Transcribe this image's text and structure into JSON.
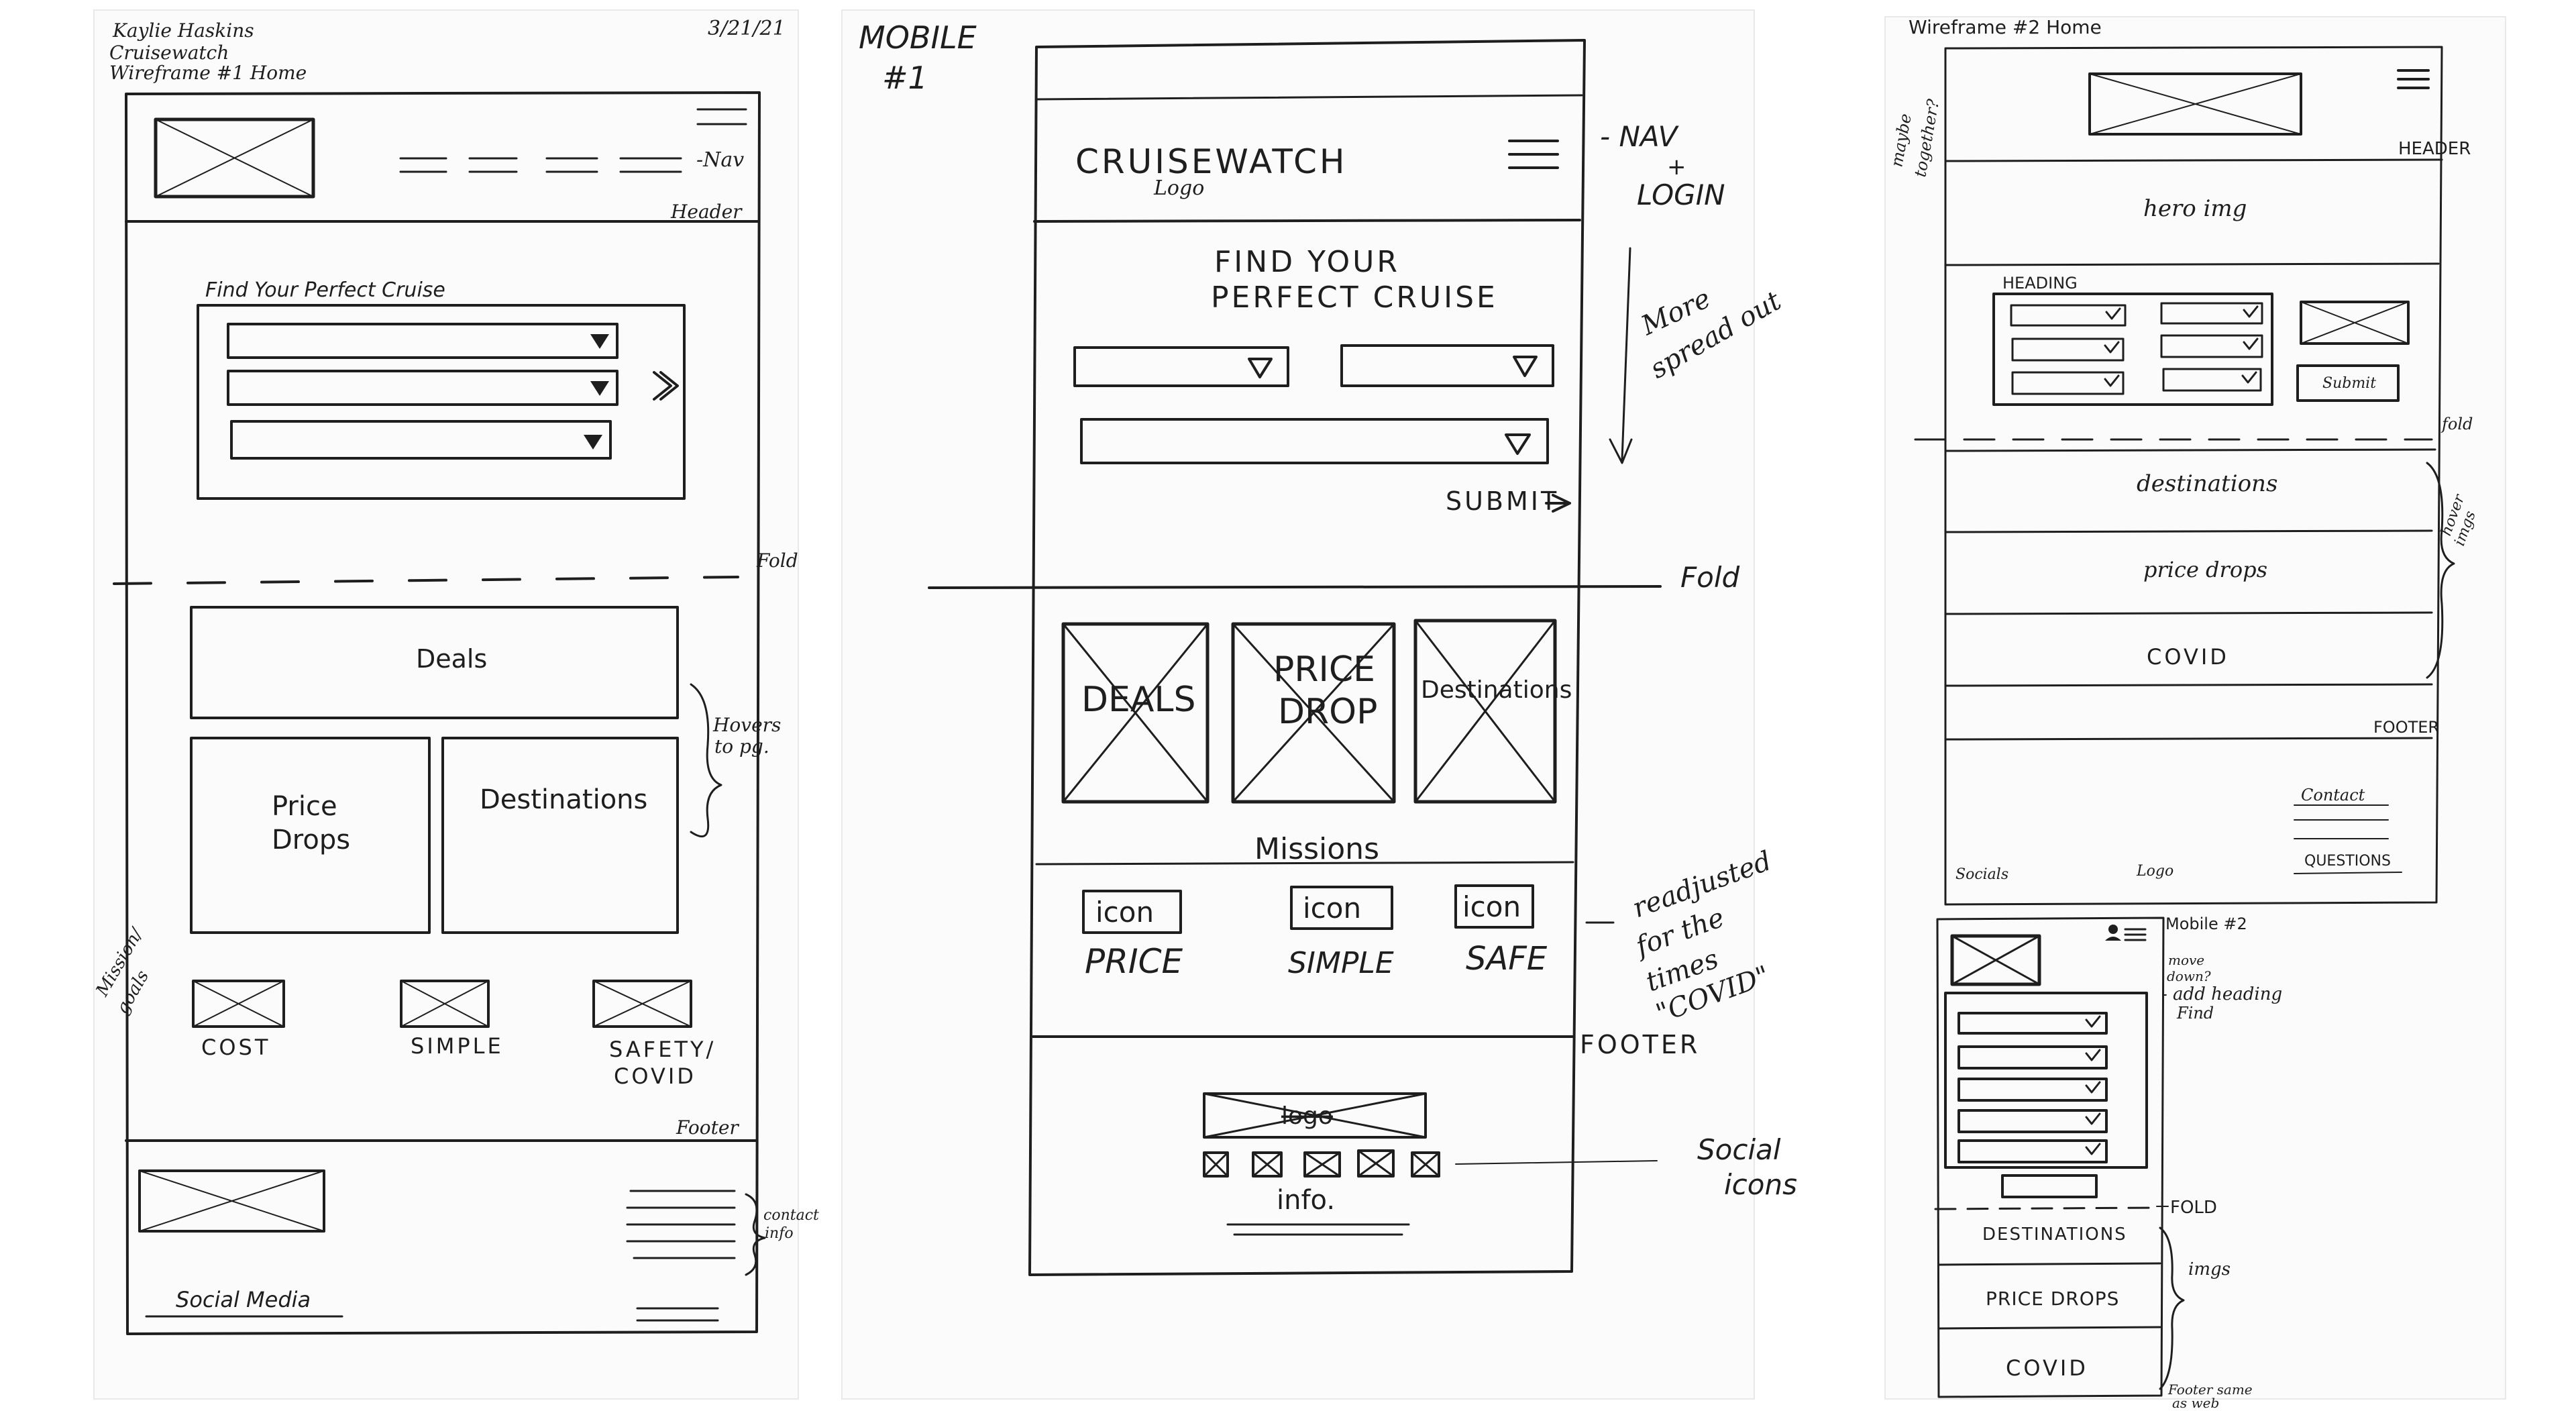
{
  "sheet1": {
    "author": "Kaylie Haskins",
    "project": "Cruisewatch",
    "title": "Wireframe #1 Home",
    "date": "3/21/21",
    "nav_label": "-Nav",
    "header_label": "Header",
    "search_heading": "Find Your Perfect Cruise",
    "fold_label": "Fold",
    "deals": "Deals",
    "price_drops_line1": "Price",
    "price_drops_line2": "Drops",
    "destinations": "Destinations",
    "hovers_line1": "Hovers",
    "hovers_line2": "to pg.",
    "mission_line1": "Mission/",
    "mission_line2": "goals",
    "cost": "COST",
    "simple": "SIMPLE",
    "safety_line1": "SAFETY/",
    "safety_line2": "COVID",
    "footer_label": "Footer",
    "social_media": "Social Media",
    "contact_line1": "contact",
    "contact_line2": "info"
  },
  "sheet2": {
    "title_line1": "MOBILE",
    "title_line2": "#1",
    "logo_text": "CRUISEWATCH",
    "logo_sub": "Logo",
    "nav_line1": "- NAV",
    "nav_line2": "+",
    "nav_line3": "LOGIN",
    "find_line1": "FIND YOUR",
    "find_line2": "PERFECT CRUISE",
    "more_spread_line1": "More",
    "more_spread_line2": "spread out",
    "submit": "SUBMIT",
    "fold_label": "Fold",
    "tile_deals": "DEALS",
    "tile_price_line1": "PRICE",
    "tile_price_line2": "DROP",
    "tile_destinations": "Destinations",
    "missions": "Missions",
    "icon_label": "icon",
    "price": "PRICE",
    "simple": "SIMPLE",
    "safe": "SAFE",
    "readjusted_line1": "readjusted",
    "readjusted_line2": "for the",
    "readjusted_line3": "times",
    "readjusted_line4": "\"COVID\"",
    "footer_label": "FOOTER",
    "footer_logo": "logo",
    "info": "info.",
    "social_line1": "Social",
    "social_line2": "icons"
  },
  "sheet3": {
    "title": "Wireframe #2 Home",
    "maybe_line1": "maybe",
    "maybe_line2": "together?",
    "header_label": "HEADER",
    "hero": "hero img",
    "heading": "HEADING",
    "submit": "Submit",
    "fold_label": "fold",
    "destinations": "destinations",
    "price_drops": "price drops",
    "covid": "COVID",
    "hover_line1": "hover",
    "hover_line2": "imgs",
    "footer_label": "FOOTER",
    "contact": "Contact",
    "questions": "QUESTIONS",
    "socials": "Socials",
    "logo": "Logo",
    "mobile2": "Mobile #2",
    "move_line1": "move",
    "move_line2": "down?",
    "add_line1": "- add heading",
    "add_line2": "Find",
    "fold2_label": "FOLD",
    "destinations_caps": "DESTINATIONS",
    "price_drops_caps": "PRICE DROPS",
    "covid2": "COVID",
    "imgs": "imgs",
    "footer_same_line1": "Footer same",
    "footer_same_line2": "as web"
  }
}
